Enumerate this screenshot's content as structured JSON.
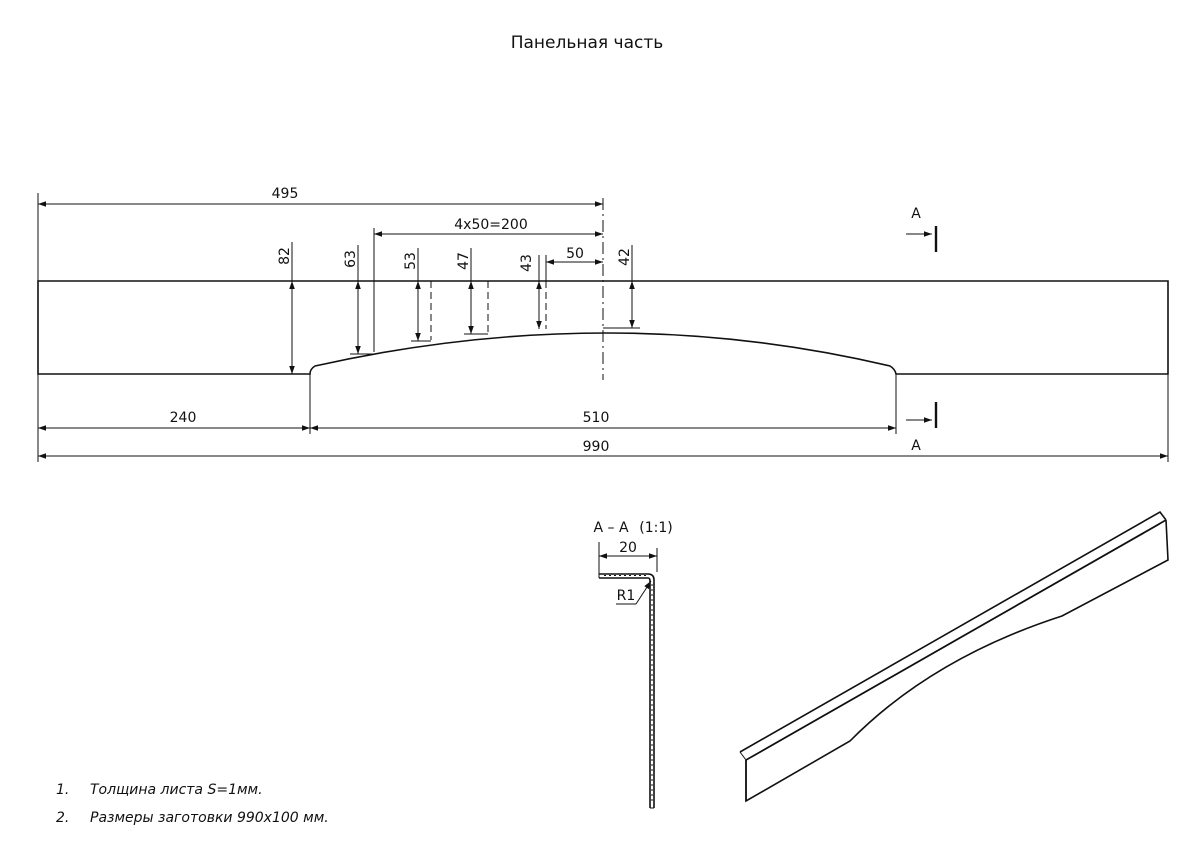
{
  "title": "Панельная часть",
  "dimensions": {
    "overall_length": "990",
    "half_length": "495",
    "pitch": "4x50=200",
    "step": "50",
    "left_flat": "240",
    "arc_span": "510",
    "h82": "82",
    "h63": "63",
    "h53": "53",
    "h47": "47",
    "h43": "43",
    "h42": "42"
  },
  "section": {
    "marker_top": "A",
    "marker_bottom": "A",
    "label": "A – A",
    "scale": "(1:1)",
    "flange": "20",
    "radius": "R1"
  },
  "notes": [
    {
      "num": "1.",
      "text": "Толщина листа S=1мм."
    },
    {
      "num": "2.",
      "text": "Размеры заготовки 990x100 мм."
    }
  ]
}
